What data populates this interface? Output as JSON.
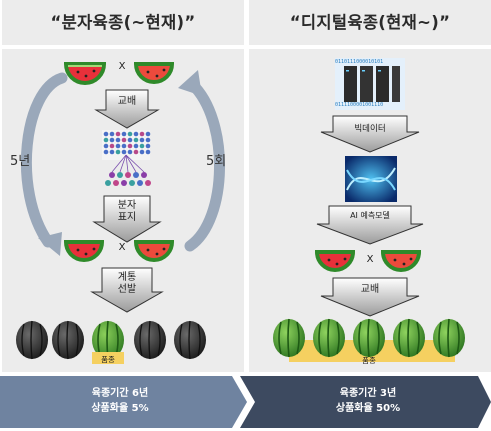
{
  "left": {
    "title": "“분자육종(~현재)”",
    "x1": "X",
    "cross_label": "교배",
    "molecular_label_line1": "분자",
    "molecular_label_line2": "표지",
    "x2": "X",
    "selection_label_line1": "계통",
    "selection_label_line2": "선발",
    "years_label": "5년",
    "times_label": "5회",
    "variety_tag": "품종",
    "footer_line1": "육종기간 6년",
    "footer_line2": "상품화율 5%"
  },
  "right": {
    "title": "“디지털육종(현재~)”",
    "bigdata_label": "빅데이터",
    "ai_label": "AI 예측모델",
    "x": "X",
    "cross_label": "교배",
    "variety_tag": "품종",
    "footer_line1": "육종기간 3년",
    "footer_line2": "상품화율 50%"
  },
  "colors": {
    "panel_bg": "#ececec",
    "left_banner": "#6f83a0",
    "right_banner": "#3d4a60",
    "variety_tag_bg": "#f5d060",
    "cycle_arrow": "#9aa8ba"
  }
}
